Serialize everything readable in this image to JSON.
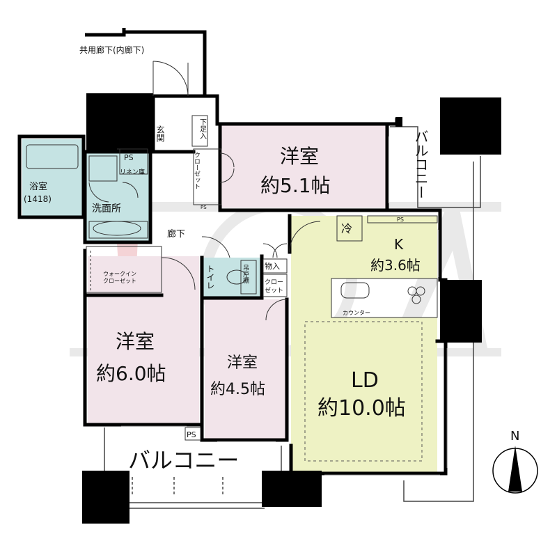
{
  "labels": {
    "corridor_common": "共用廊下(内廊下)",
    "entrance": "玄関",
    "shoe_box": "下足入",
    "ps": "PS",
    "bath": "浴室",
    "bath_size": "(1418)",
    "linen": "リネン庫",
    "washroom": "洗面所",
    "closet_a": "クロー",
    "closet_b": "ゼット",
    "closet_combined": "クローゼット",
    "hallway": "廊下",
    "walkin": "ウォークイン",
    "walkin_closet": "クローゼット",
    "toilet": "トイレ",
    "storage": "物入",
    "linen_small": "吊戸棚",
    "western": "洋室",
    "room1_size": "約5.1帖",
    "room2_size": "約6.0帖",
    "room3_size": "約4.5帖",
    "k": "K",
    "k_size": "約3.6帖",
    "ld": "LD",
    "ld_size": "約10.0帖",
    "counter": "カウンター",
    "fridge": "冷",
    "balcony": "バルコニー",
    "north": "N"
  },
  "colors": {
    "western_room": "#f2e4ea",
    "ld_room": "#eef2c4",
    "wet_area": "#c5e3e3",
    "wall": "#000000",
    "watermark_red": "#e8a0a6",
    "watermark_gray": "#cfcfcf"
  }
}
